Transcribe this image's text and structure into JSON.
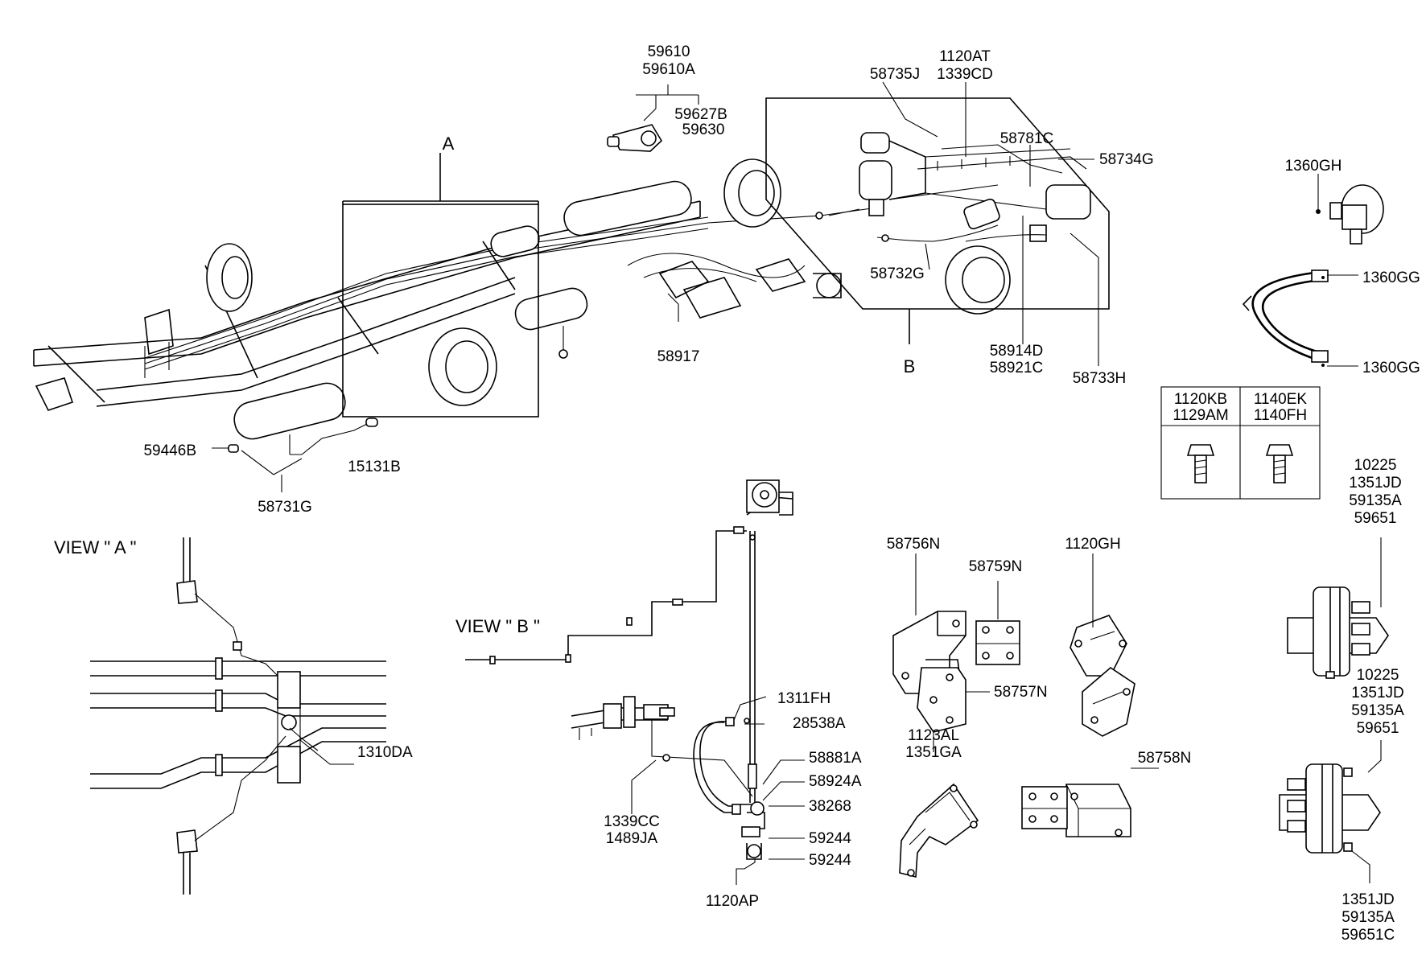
{
  "callouts": {
    "c59610": "59610",
    "c59610a": "59610A",
    "c59627b": "59627B",
    "c59630": "59630",
    "c1120at": "1120AT",
    "c1339cd": "1339CD",
    "c58735j": "58735J",
    "c58781c": "58781C",
    "c58734g": "58734G",
    "c1360gh": "1360GH",
    "c1360gg_top": "1360GG",
    "c1360gg_bottom": "1360GG",
    "c58732g": "58732G",
    "c58917": "58917",
    "c58914d": "58914D",
    "c58921c": "58921C",
    "c58733h": "58733H",
    "c59446b": "59446B",
    "c15131b": "15131B",
    "c58731g": "58731G",
    "c1310da": "1310DA",
    "c1311fh": "1311FH",
    "c28538a": "28538A",
    "c58881a": "58881A",
    "c58924a": "58924A",
    "c38268": "38268",
    "c1339cc": "1339CC",
    "c1489ja": "1489JA",
    "c59244_top": "59244",
    "c59244_bottom": "59244",
    "c1120ap": "1120AP",
    "c58756n": "58756N",
    "c58759n": "58759N",
    "c58757n": "58757N",
    "c1123al": "1123AL",
    "c1351ga": "1351GA",
    "c1120gh": "1120GH",
    "c58758n": "58758N"
  },
  "section_labels": {
    "a": "A",
    "b": "B",
    "view_a": "VIEW \" A \"",
    "view_b": "VIEW \" B \""
  },
  "bolt_table": {
    "left_line1": "1120KB",
    "left_line2": "1129AM",
    "right_line1": "1140EK",
    "right_line2": "1140FH"
  },
  "chamber_callouts": {
    "upper": [
      "10225",
      "1351JD",
      "59135A",
      "59651"
    ],
    "middle": [
      "10225",
      "1351JD",
      "59135A",
      "59651"
    ],
    "lower": [
      "1351JD",
      "59135A",
      "59651C"
    ]
  }
}
